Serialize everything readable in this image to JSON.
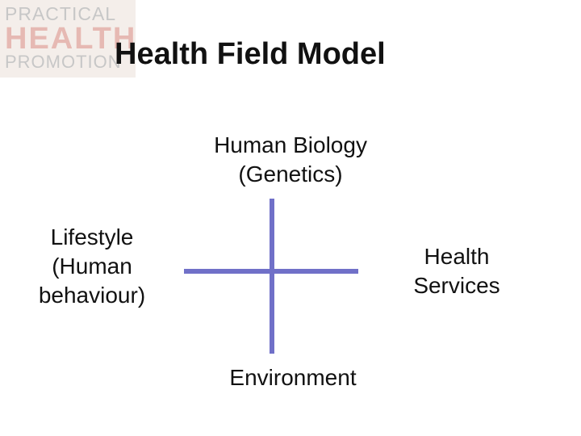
{
  "logo": {
    "line1": "PRACTICAL",
    "line2": "HEALTH",
    "line3": "PROMOTION"
  },
  "title": "Health Field Model",
  "diagram": {
    "top": {
      "line1": "Human Biology",
      "line2": "(Genetics)"
    },
    "left": {
      "line1": "Lifestyle",
      "line2": "(Human",
      "line3": "behaviour)"
    },
    "right": {
      "line1": "Health",
      "line2": "Services"
    },
    "bottom": {
      "line1": "Environment"
    },
    "cross_color": "#7070c8"
  }
}
